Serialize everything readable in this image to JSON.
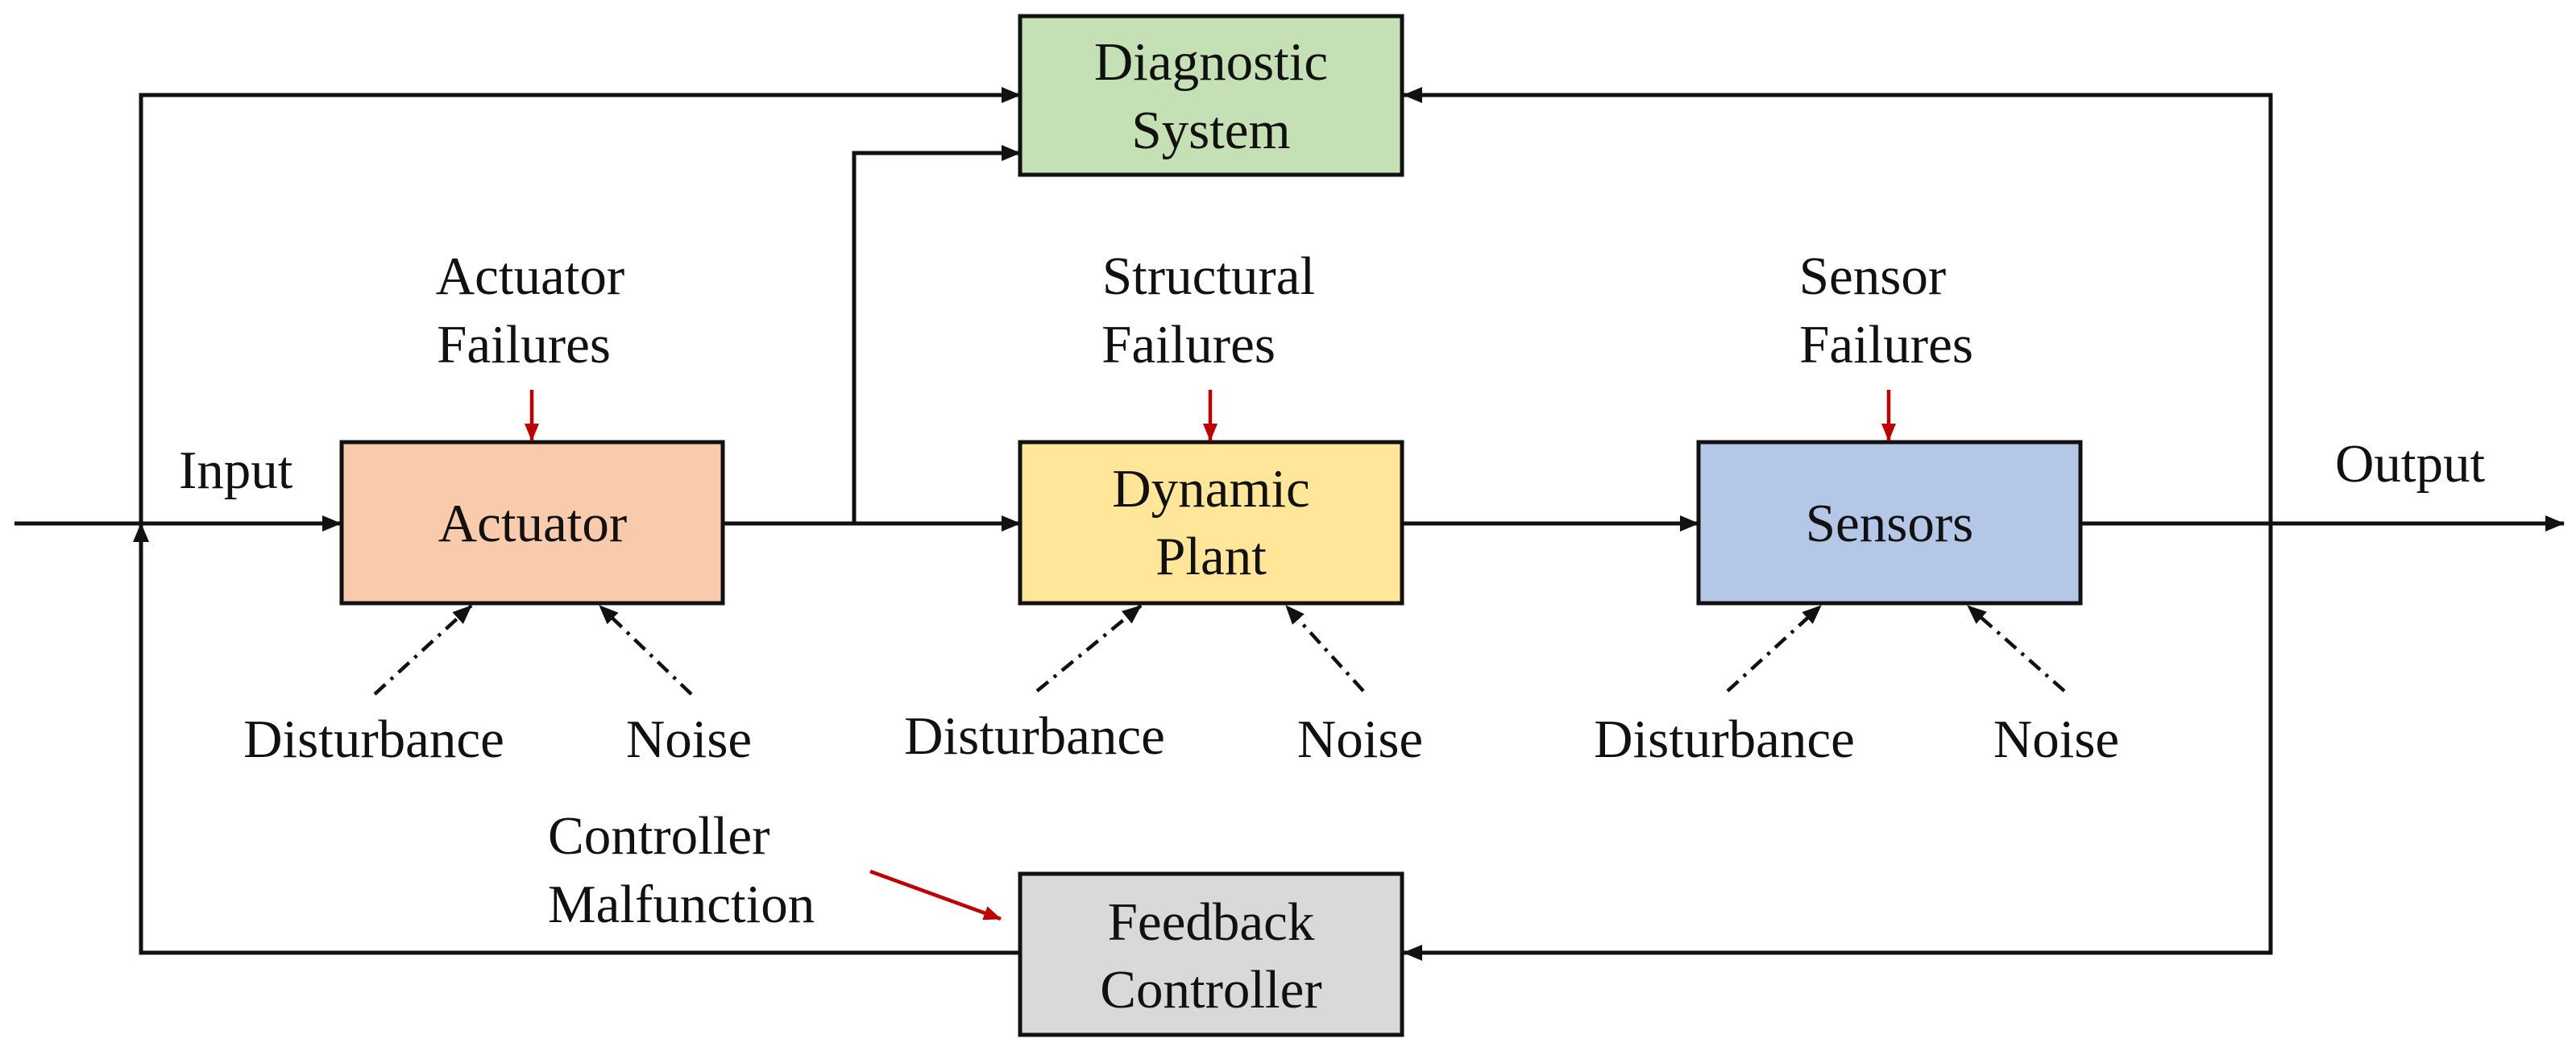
{
  "diagram": {
    "blocks": {
      "diagnostic": {
        "line1": "Diagnostic",
        "line2": "System",
        "fill": "#c5e0b4"
      },
      "actuator": {
        "line1": "Actuator",
        "fill": "#f8cbad"
      },
      "plant": {
        "line1": "Dynamic",
        "line2": "Plant",
        "fill": "#ffe699"
      },
      "sensors": {
        "line1": "Sensors",
        "fill": "#b4c7e7"
      },
      "controller": {
        "line1": "Feedback",
        "line2": "Controller",
        "fill": "#d9d9d9"
      }
    },
    "labels": {
      "input": "Input",
      "output": "Output",
      "actuator_failures": {
        "line1": "Actuator",
        "line2": "Failures"
      },
      "structural_failures": {
        "line1": "Structural",
        "line2": "Failures"
      },
      "sensor_failures": {
        "line1": "Sensor",
        "line2": "Failures"
      },
      "controller_malfunction": {
        "line1": "Controller",
        "line2": "Malfunction"
      },
      "disturbance": "Disturbance",
      "noise": "Noise"
    },
    "colors": {
      "line": "#111111",
      "failure_arrow": "#c00000"
    }
  }
}
